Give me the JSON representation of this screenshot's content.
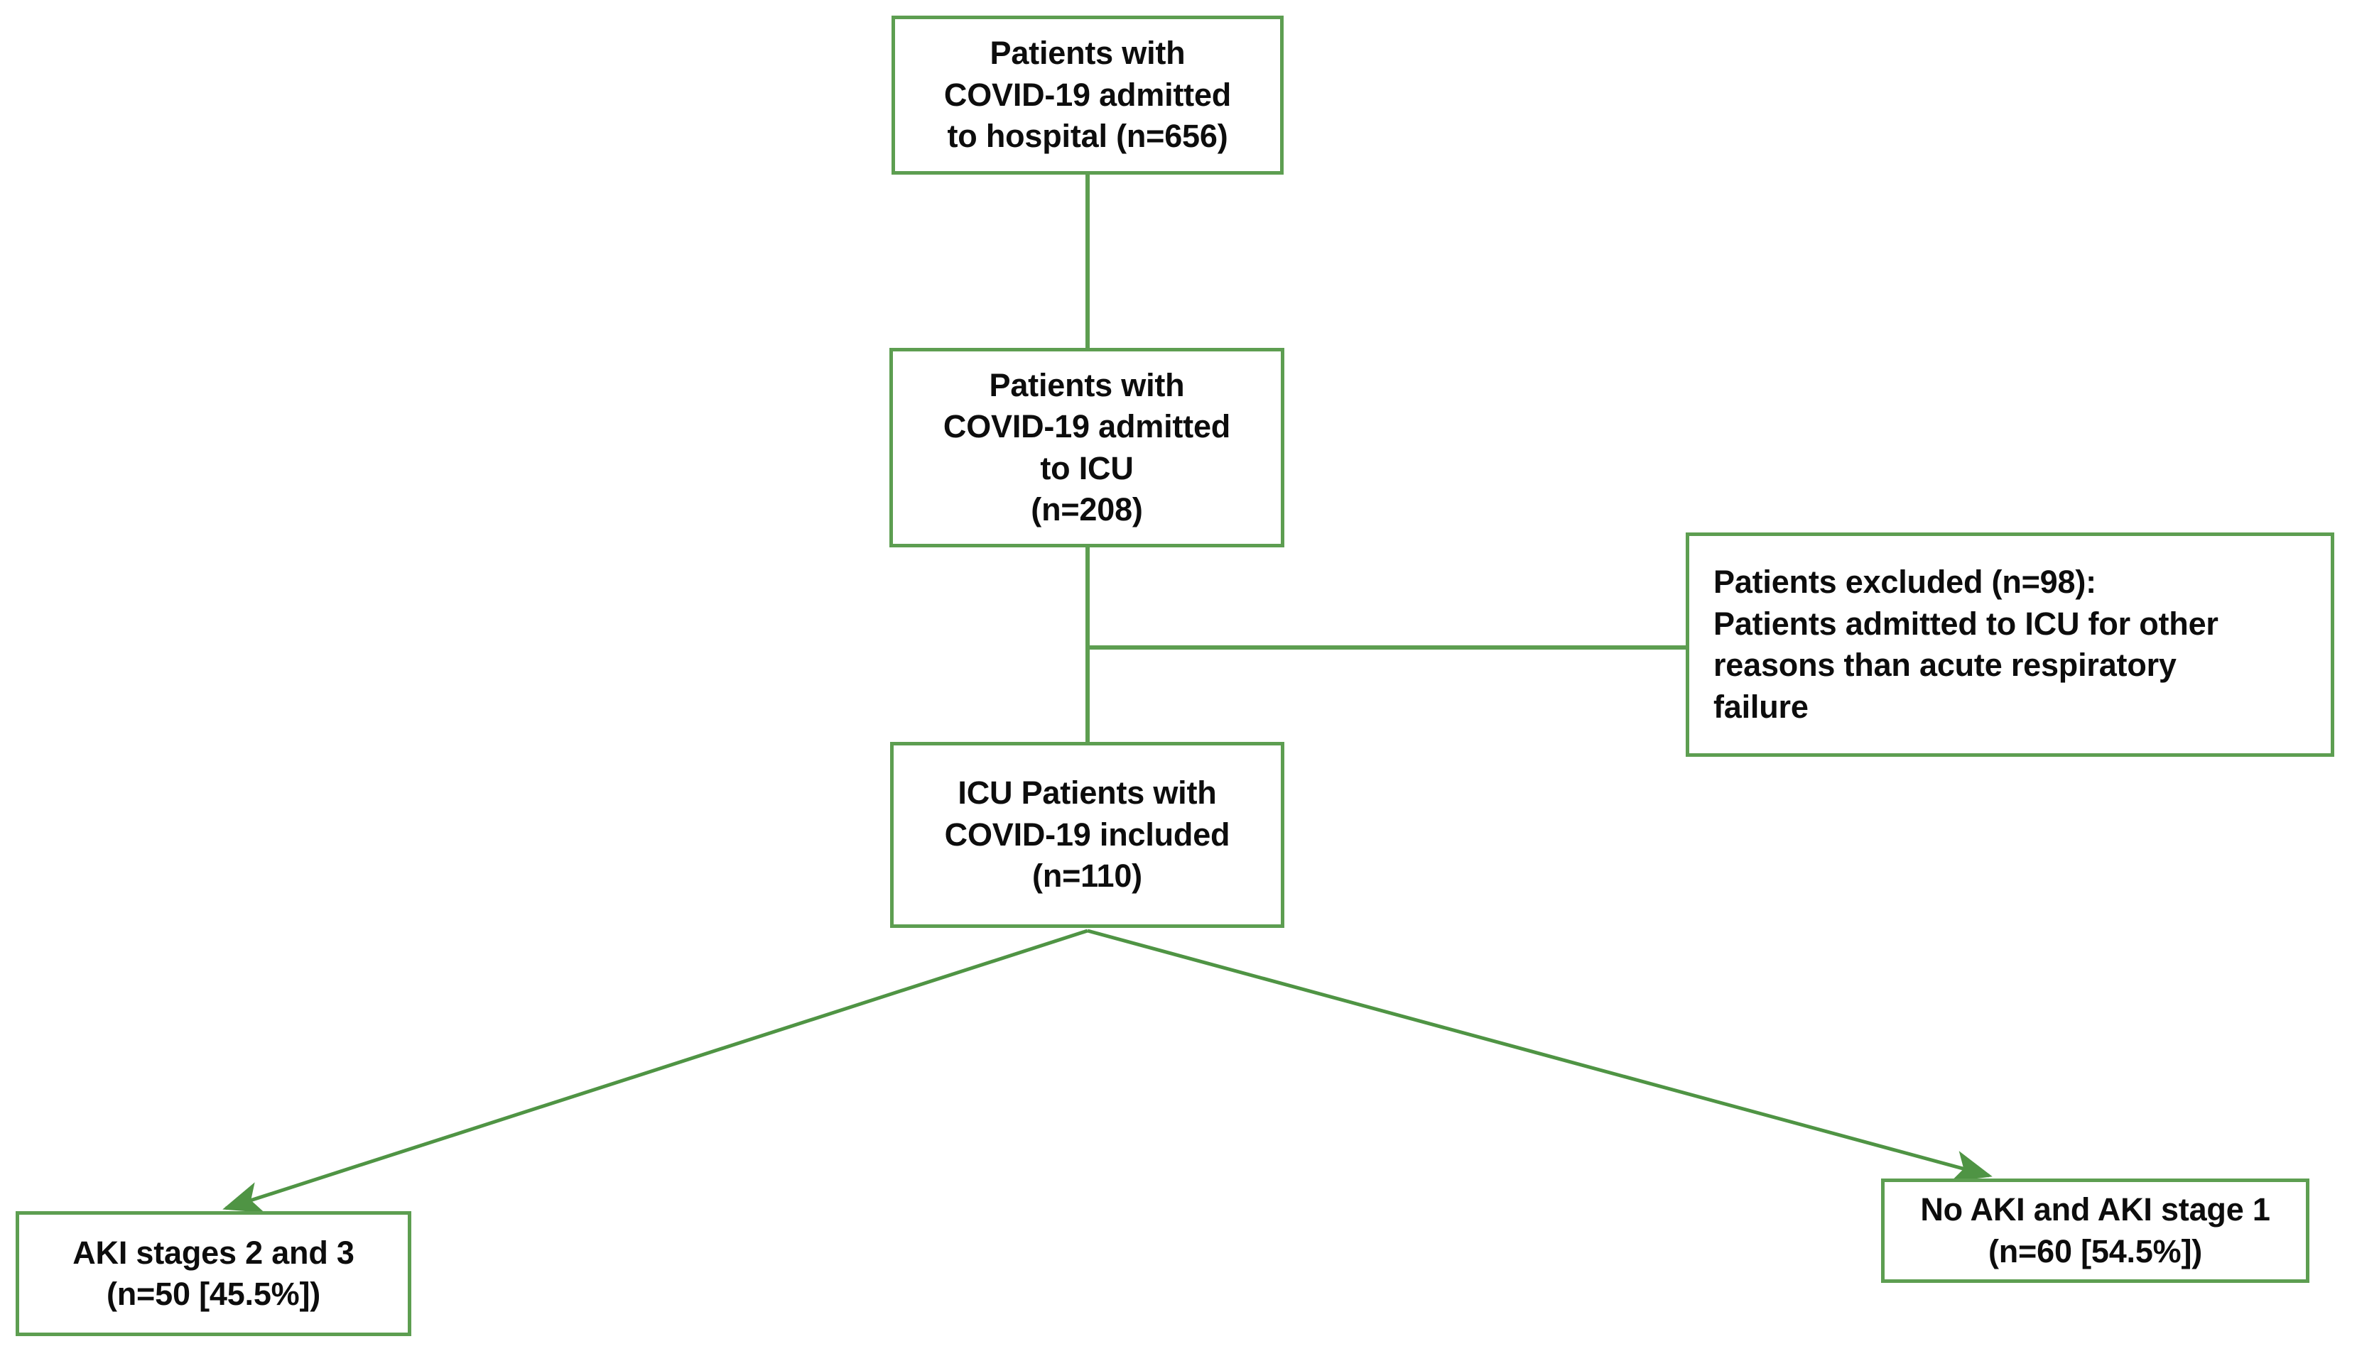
{
  "diagram": {
    "title": "COVID-19 ICU patient selection and AKI stratification flow diagram",
    "type": "flowchart",
    "accent_color": "#5d9e51",
    "text_color": "#0d0d0d",
    "background_color": "#ffffff",
    "nodes": [
      {
        "id": "hospital",
        "label": "Patients with COVID-19 admitted to hospital (n=656)",
        "lines": [
          "Patients with",
          "COVID-19 admitted",
          "to hospital (n=656)"
        ],
        "count": 656,
        "align": "center"
      },
      {
        "id": "icu",
        "label": "Patients with COVID-19 admitted to ICU (n=208)",
        "lines": [
          "Patients with",
          "COVID-19 admitted",
          "to ICU",
          "(n=208)"
        ],
        "count": 208,
        "align": "center"
      },
      {
        "id": "excluded",
        "label": "Patients excluded (n=98): Patients admitted to ICU for other reasons than acute respiratory failure",
        "lines": [
          "Patients excluded (n=98):",
          "Patients admitted to ICU for other",
          "reasons than acute respiratory",
          "failure"
        ],
        "count": 98,
        "align": "left"
      },
      {
        "id": "included",
        "label": "ICU Patients with COVID-19 included (n=110)",
        "lines": [
          "ICU Patients with",
          "COVID-19 included",
          "(n=110)"
        ],
        "count": 110,
        "align": "center"
      },
      {
        "id": "aki23",
        "label": "AKI stages 2 and 3 (n=50 [45.5%])",
        "lines": [
          "AKI stages 2 and 3",
          "(n=50 [45.5%])"
        ],
        "count": 50,
        "percent": "45.5%",
        "align": "center"
      },
      {
        "id": "noaki",
        "label": "No AKI and AKI stage 1 (n=60 [54.5%])",
        "lines": [
          "No AKI and AKI stage 1",
          "(n=60 [54.5%])"
        ],
        "count": 60,
        "percent": "54.5%",
        "align": "center"
      }
    ],
    "edges": [
      {
        "id": "hospital-to-icu",
        "from": "hospital",
        "to": "icu",
        "style": "straight-vertical",
        "arrow": false
      },
      {
        "id": "icu-to-included",
        "from": "icu",
        "to": "included",
        "style": "straight-vertical",
        "arrow": false
      },
      {
        "id": "icu-to-excluded",
        "from": "icu",
        "to": "excluded",
        "style": "elbow-horizontal",
        "arrow": false
      },
      {
        "id": "included-to-aki23",
        "from": "included",
        "to": "aki23",
        "style": "diagonal",
        "arrow": true
      },
      {
        "id": "included-to-noaki",
        "from": "included",
        "to": "noaki",
        "style": "diagonal",
        "arrow": true
      }
    ]
  }
}
